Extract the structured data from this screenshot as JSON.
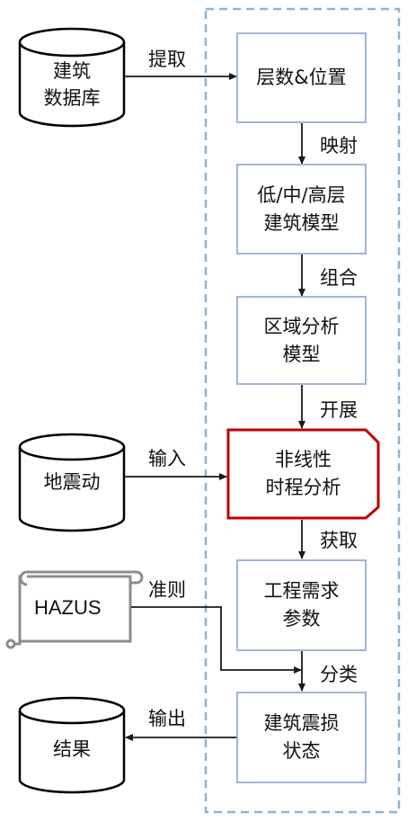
{
  "colors": {
    "dashed_border": "#8fb3cf",
    "box_border": "#a3b5d6",
    "highlight_border": "#c00000",
    "line": "#1a1a1a",
    "shape_stroke": "#000000",
    "scroll_stroke": "#8c8c8c"
  },
  "sources": {
    "building_db": "建筑\n数据库",
    "ground_motion": "地震动",
    "hazus": "HAZUS",
    "result": "结果"
  },
  "boxes": {
    "floor_position": "层数&位置",
    "building_model": "低/中/高层\n建筑模型",
    "regional_model": "区域分析\n模型",
    "nonlinear_analysis": "非线性\n时程分析",
    "demand_params": "工程需求\n参数",
    "damage_state": "建筑震损\n状态"
  },
  "labels": {
    "extract": "提取",
    "map": "映射",
    "combine": "组合",
    "carry_out": "开展",
    "input": "输入",
    "obtain": "获取",
    "criterion": "准则",
    "classify": "分类",
    "output": "输出"
  }
}
